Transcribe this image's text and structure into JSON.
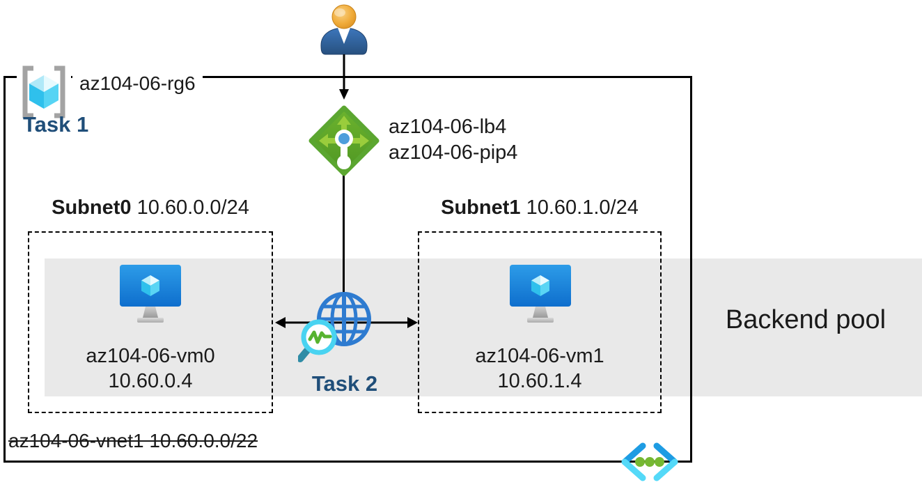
{
  "rg": {
    "name": "az104-06-rg6"
  },
  "tasks": {
    "task1": "Task 1",
    "task2": "Task 2"
  },
  "lb": {
    "name": "az104-06-lb4",
    "pip": "az104-06-pip4"
  },
  "subnets": [
    {
      "name": "Subnet0",
      "cidr": "10.60.0.0/24",
      "vm": {
        "name": "az104-06-vm0",
        "ip": "10.60.0.4"
      }
    },
    {
      "name": "Subnet1",
      "cidr": "10.60.1.0/24",
      "vm": {
        "name": "az104-06-vm1",
        "ip": "10.60.1.4"
      }
    }
  ],
  "vnet": {
    "label": "az104-06-vnet1 10.60.0.0/22",
    "struck_through": true
  },
  "backend_pool": {
    "label": "Backend pool"
  },
  "icons": {
    "user": "user-icon",
    "resource_group": "resource-group-bracket-cube-icon",
    "load_balancer": "load-balancer-icon",
    "virtual_machine": "vm-monitor-icon",
    "network_watcher": "globe-magnifier-icon",
    "code": "code-brackets-icon",
    "down_arrow": "arrow-down-icon",
    "double_arrow": "double-headed-arrow-icon"
  },
  "colors": {
    "task_label": "#1f4e79",
    "backend_band": "#e9e9e9",
    "diagram_border": "#000000",
    "lb_green": "#5ba630",
    "lb_arrow_green": "#9acd3c",
    "lb_dot_blue": "#4d9edb",
    "globe_blue": "#2e7bd0",
    "magnifier_cyan": "#49d3f1",
    "zigzag_green": "#57b32f",
    "magnifier_handle": "#2f8ca6",
    "cube_cyan": "#2fc0ec",
    "bracket_gray": "#a3a3a3",
    "code_blue": "#1e9ce3",
    "code_cyan": "#54d9f8",
    "code_dot_green": "#76b832"
  }
}
